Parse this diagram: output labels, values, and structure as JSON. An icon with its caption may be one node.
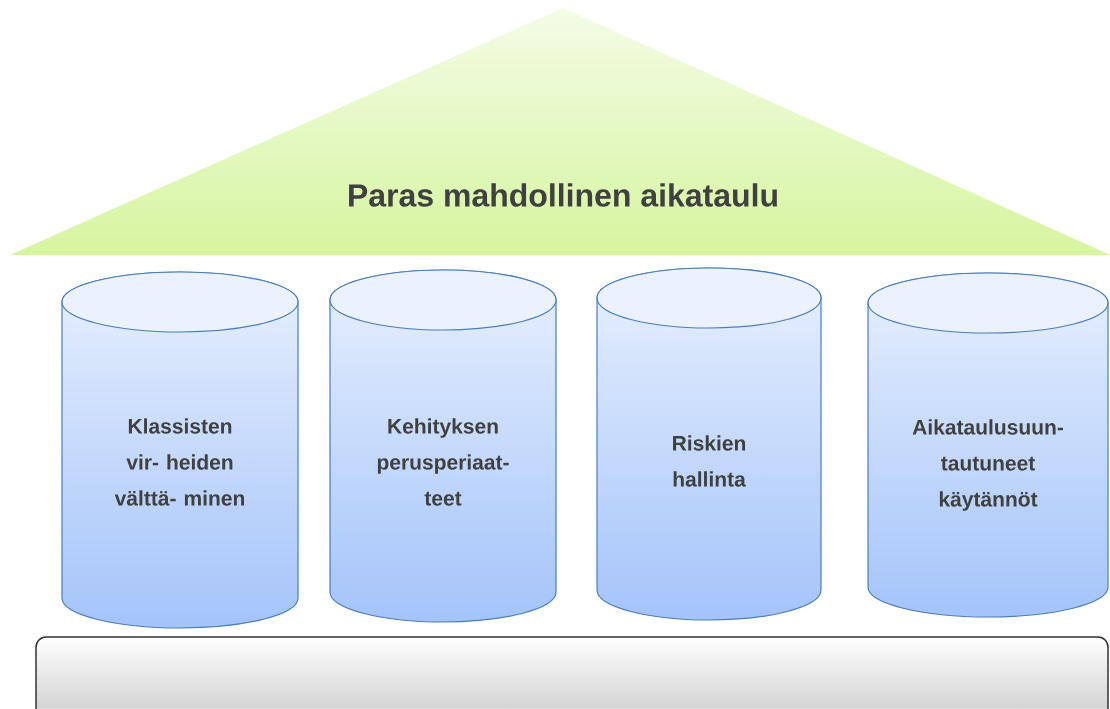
{
  "diagram": {
    "nodes": [
      {
        "text": [
          "Paras mahdollinen aikataulu"
        ]
      },
      {
        "text": [
          "Klassisten vir- heiden välttä- minen"
        ]
      },
      {
        "text": [
          "Kehityksen perusperiaat- teet"
        ]
      },
      {
        "text": [
          "Riskien hallinta"
        ]
      },
      {
        "text": [
          "Aikataulusuun- tautuneet käytännöt"
        ]
      },
      {
        "text": [],
        "shape": "box"
      }
    ]
  }
}
